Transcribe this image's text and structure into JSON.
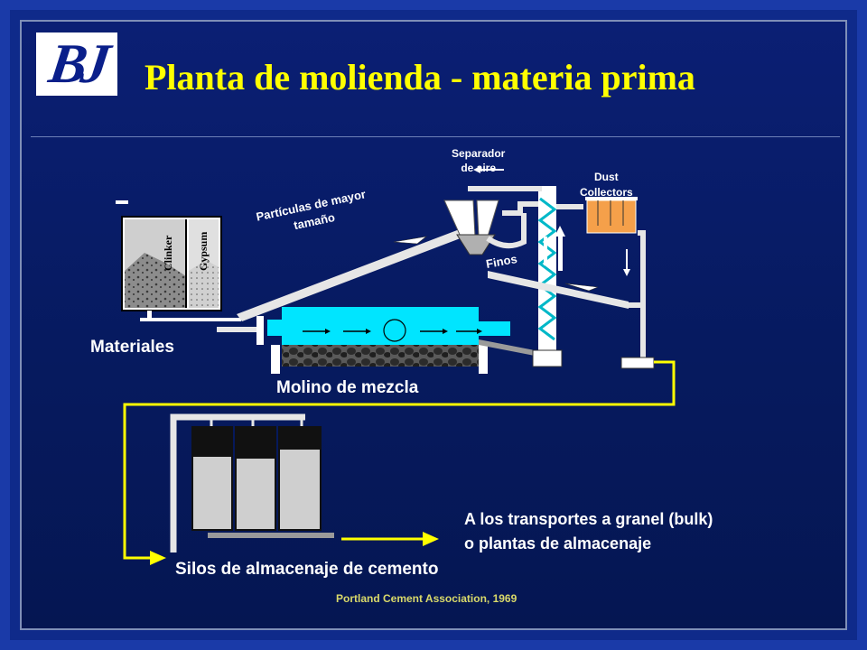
{
  "slide": {
    "title": "Planta de molienda - materia prima",
    "logo_text": "BJ",
    "source": "Portland Cement Association, 1969"
  },
  "labels": {
    "separador_line1": "Separador",
    "separador_line2": "de aire",
    "dust_line1": "Dust",
    "dust_line2": "Collectors",
    "particulas_line1": "Partículas de mayor",
    "particulas_line2": "tamaño",
    "finos": "Finos",
    "materiales": "Materiales",
    "molino": "Molino de mezcla",
    "silos": "Silos de almacenaje de cemento",
    "transportes_line1": "A los transportes a granel (bulk)",
    "transportes_line2": "o plantas de almacenaje"
  },
  "bins": {
    "clinker": "Clinker",
    "gypsum": "Gypsum"
  },
  "colors": {
    "background": "#061a5f",
    "title": "#ffff00",
    "pipe": "#e6e6e6",
    "mill": "#00e5ff",
    "dust_collector": "#f5a04a",
    "flow_line": "#ffff00",
    "source_text": "#d9d96a"
  }
}
